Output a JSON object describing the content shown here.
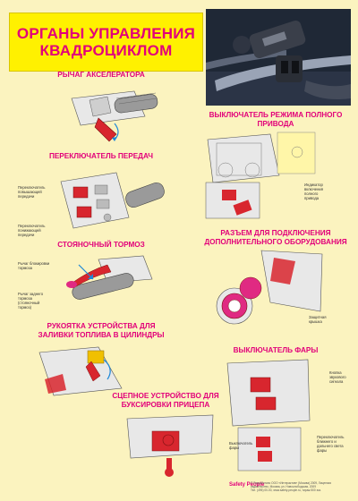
{
  "title": {
    "line1": "ОРГАНЫ УПРАВЛЕНИЯ",
    "line2": "КВАДРОЦИКЛОМ"
  },
  "sections": {
    "accelerator": "РЫЧАГ АКСЕЛЕРАТОРА",
    "gears": "ПЕРЕКЛЮЧАТЕЛЬ ПЕРЕДАЧ",
    "parking_brake": "СТОЯНОЧНЫЙ ТОРМОЗ",
    "primer_line1": "РУКОЯТКА УСТРОЙСТВА ДЛЯ",
    "primer_line2": "ЗАЛИВКИ ТОПЛИВА В ЦИЛИНДРЫ",
    "hitch_line1": "СЦЕПНОЕ УСТРОЙСТВО ДЛЯ",
    "hitch_line2": "БУКСИРОВКИ ПРИЦЕПА",
    "awd_line1": "ВЫКЛЮЧАТЕЛЬ РЕЖИМА ПОЛНОГО",
    "awd_line2": "ПРИВОДА",
    "socket_line1": "РАЗЪЕМ ДЛЯ ПОДКЛЮЧЕНИЯ",
    "socket_line2": "ДОПОЛНИТЕЛЬНОГО ОБОРУДОВАНИЯ",
    "headlight": "ВЫКЛЮЧАТЕЛЬ ФАРЫ"
  },
  "labels": {
    "gear_up_1": "Переключатель",
    "gear_up_2": "повышающей",
    "gear_up_3": "передачи",
    "gear_down_1": "Переключатель",
    "gear_down_2": "понижающей",
    "gear_down_3": "передачи",
    "brake_lock_1": "Рычаг блокировки",
    "brake_lock_2": "тормоза",
    "brake_lever_1": "Рычаг заднего",
    "brake_lever_2": "тормоза",
    "brake_lever_3": "(стояночный",
    "brake_lever_4": "тормоз)",
    "awd_ind_1": "Индикатор",
    "awd_ind_2": "включения",
    "awd_ind_3": "полного",
    "awd_ind_4": "привода",
    "socket_cap_1": "Защитная",
    "socket_cap_2": "крышка",
    "horn_1": "Кнопка",
    "horn_2": "звукового",
    "horn_3": "сигнала",
    "headlight_sw_1": "Выключатель",
    "headlight_sw_2": "фары",
    "dimmer_1": "Переключатель",
    "dimmer_2": "ближнего и",
    "dimmer_3": "дальнего света",
    "dimmer_4": "фары"
  },
  "footer": {
    "logo": "Safety People",
    "line1": "© Разработано ООО «Интерактив» (Москва) 2009, Лицензия",
    "line2": "издательство, Москва, ул. Новослободская, 2009",
    "line3": "Тел. (495) 00-00, www.safety-people.ru, тираж 500 экз."
  },
  "colors": {
    "background": "#fbf3bf",
    "title_box": "#fff100",
    "accent": "#e2007a",
    "highlight_red": "#d8262e",
    "arrow_blue": "#1e88d8"
  }
}
